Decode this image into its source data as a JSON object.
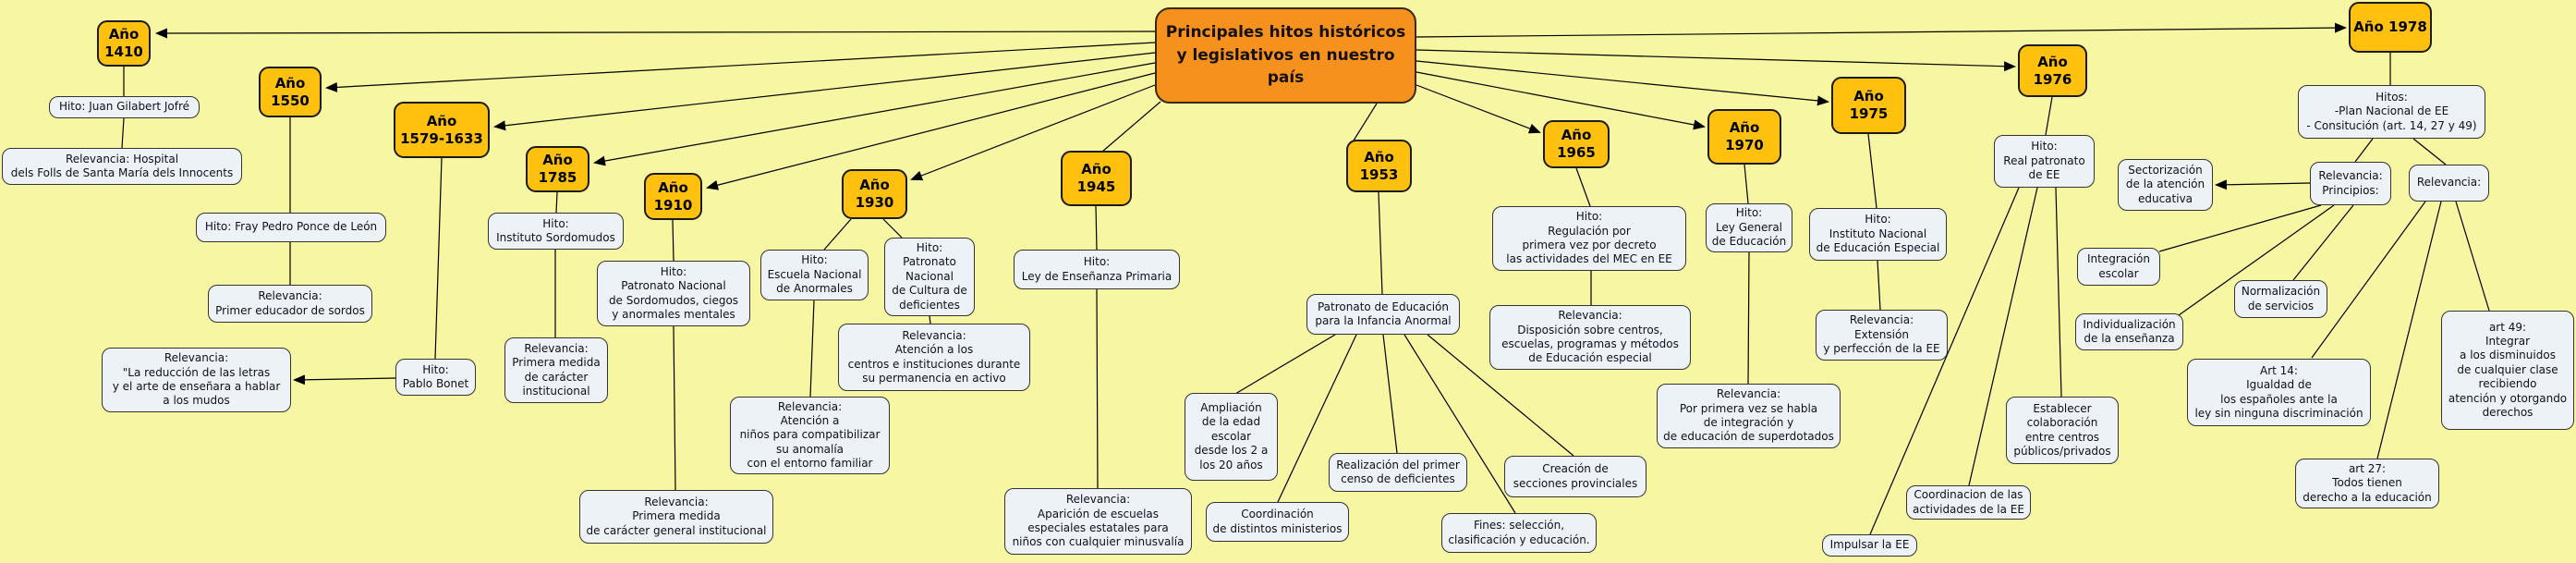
{
  "colors": {
    "background": "#F6F6A3",
    "year_fill": "#FFC10E",
    "title_fill": "#F6911E",
    "box_fill": "#EDF2F7",
    "box_border": "#333333",
    "line": "#000000"
  },
  "nodes": {
    "title": "Principales hitos históricos\ny legislativos en nuestro país",
    "y1410": "Año\n1410",
    "h1410": "Hito: Juan Gilabert Jofré",
    "r1410": "Relevancia: Hospital\ndels Folls de Santa María dels Innocents",
    "y1550": "Año\n1550",
    "h1550": "Hito: Fray Pedro Ponce de León",
    "r1550": "Relevancia:\nPrimer educador de sordos",
    "y1579": "Año\n1579-1633",
    "h1579": "Hito:\nPablo Bonet",
    "r1579": "Relevancia:\n\"La reducción de las letras\ny el arte de enseñara a hablar\na los mudos",
    "y1785": "Año\n1785",
    "h1785": "Hito:\nInstituto Sordomudos",
    "r1785": "Relevancia:\nPrimera medida\nde carácter\ninstitucional",
    "y1910": "Año\n1910",
    "h1910": "Hito:\nPatronato Nacional\nde Sordomudos, ciegos\ny anormales mentales",
    "r1910": "Relevancia:\nPrimera medida\nde carácter general institucional",
    "y1930": "Año\n1930",
    "h1930a": "Hito:\nEscuela Nacional\nde Anormales",
    "r1930a": "Relevancia:\nAtención a\nniños para compatibilizar\nsu anomalía\ncon el entorno familiar",
    "h1930b": "Hito:\nPatronato\nNacional\nde Cultura de\ndeficientes",
    "r1930b": "Relevancia:\nAtención a los\ncentros e instituciones durante\nsu permanencia en activo",
    "y1945": "Año\n1945",
    "h1945": "Hito:\nLey de Enseñanza Primaria",
    "r1945": "Relevancia:\nAparición de escuelas\nespeciales estatales para\nniños con cualquier minusvalía",
    "y1953": "Año\n1953",
    "p1953": "Patronato de Educación\npara la Infancia Anormal",
    "c1953a": "Ampliación\nde la edad\nescolar\ndesde los 2 a\nlos 20 años",
    "c1953b": "Coordinación\nde distintos ministerios",
    "c1953c": "Realización del primer\ncenso de deficientes",
    "c1953d": "Fines: selección,\nclasificación y educación.",
    "c1953e": "Creación de\nsecciones provinciales",
    "y1965": "Año\n1965",
    "h1965": "Hito:\nRegulación por\nprimera vez por decreto\nlas actividades del MEC en EE",
    "r1965": "Relevancia:\nDisposición sobre centros,\nescuelas, programas y métodos\nde Educación especial",
    "y1970": "Año\n1970",
    "h1970": "Hito:\nLey General\nde Educación",
    "r1970": "Relevancia:\nPor primera vez se habla\nde integración y\nde educación de superdotados",
    "y1975": "Año\n1975",
    "h1975": "Hito:\nInstituto Nacional\nde Educación Especial",
    "r1975": "Relevancia:\nExtensión\ny perfección de la EE",
    "y1976": "Año\n1976",
    "h1976": "Hito:\nReal patronato\nde EE",
    "c1976a": "Impulsar la EE",
    "c1976b": "Coordinacion de las\nactividades de la EE",
    "c1976c": "Establecer\ncolaboración\nentre centros\npúblicos/privados",
    "y1978": "Año 1978",
    "h1978": "Hitos:\n-Plan Nacional de EE\n- Consitución (art. 14, 27 y 49)",
    "rp1978": "Relevancia:\nPrincipios:",
    "rr1978": "Relevancia:",
    "sect": "Sectorización\nde la atención\neducativa",
    "integ": "Integración\nescolar",
    "indiv": "Individualización\nde la enseñanza",
    "normal": "Normalización\nde servicios",
    "art14": "Art 14:\nIgualdad de\nlos españoles ante la\nley sin ninguna discriminación",
    "art27": "art 27:\nTodos tienen\nderecho a la educación",
    "art49": "art 49:\nIntegrar\na los disminuidos\nde cualquier clase\nrecibiendo\natención y otorgando\nderechos"
  },
  "edges": [
    {
      "from": "title",
      "to": "y1410",
      "arrow": true
    },
    {
      "from": "title",
      "to": "y1550",
      "arrow": true
    },
    {
      "from": "title",
      "to": "y1579",
      "arrow": true
    },
    {
      "from": "title",
      "to": "y1785",
      "arrow": true
    },
    {
      "from": "title",
      "to": "y1910",
      "arrow": true
    },
    {
      "from": "title",
      "to": "y1930",
      "arrow": true
    },
    {
      "from": "title",
      "to": "y1945",
      "arrow": false
    },
    {
      "from": "title",
      "to": "y1953",
      "arrow": false
    },
    {
      "from": "title",
      "to": "y1965",
      "arrow": true
    },
    {
      "from": "title",
      "to": "y1970",
      "arrow": true
    },
    {
      "from": "title",
      "to": "y1975",
      "arrow": true
    },
    {
      "from": "title",
      "to": "y1976",
      "arrow": true
    },
    {
      "from": "title",
      "to": "y1978",
      "arrow": true
    },
    {
      "from": "y1410",
      "to": "h1410",
      "arrow": false
    },
    {
      "from": "h1410",
      "to": "r1410",
      "arrow": false
    },
    {
      "from": "y1550",
      "to": "h1550",
      "arrow": false
    },
    {
      "from": "h1550",
      "to": "r1550",
      "arrow": false
    },
    {
      "from": "y1579",
      "to": "h1579",
      "arrow": false
    },
    {
      "from": "h1579",
      "to": "r1579",
      "arrow": true
    },
    {
      "from": "y1785",
      "to": "h1785",
      "arrow": false
    },
    {
      "from": "h1785",
      "to": "r1785",
      "arrow": false
    },
    {
      "from": "y1910",
      "to": "h1910",
      "arrow": false
    },
    {
      "from": "h1910",
      "to": "r1910",
      "arrow": false
    },
    {
      "from": "y1930",
      "to": "h1930a",
      "arrow": false
    },
    {
      "from": "y1930",
      "to": "h1930b",
      "arrow": false
    },
    {
      "from": "h1930a",
      "to": "r1930a",
      "arrow": false
    },
    {
      "from": "h1930b",
      "to": "r1930b",
      "arrow": false
    },
    {
      "from": "y1945",
      "to": "h1945",
      "arrow": false
    },
    {
      "from": "h1945",
      "to": "r1945",
      "arrow": false
    },
    {
      "from": "y1953",
      "to": "p1953",
      "arrow": false
    },
    {
      "from": "p1953",
      "to": "c1953a",
      "arrow": false
    },
    {
      "from": "p1953",
      "to": "c1953b",
      "arrow": false
    },
    {
      "from": "p1953",
      "to": "c1953c",
      "arrow": false
    },
    {
      "from": "p1953",
      "to": "c1953d",
      "arrow": false
    },
    {
      "from": "p1953",
      "to": "c1953e",
      "arrow": false
    },
    {
      "from": "y1965",
      "to": "h1965",
      "arrow": false
    },
    {
      "from": "h1965",
      "to": "r1965",
      "arrow": false
    },
    {
      "from": "y1970",
      "to": "h1970",
      "arrow": false
    },
    {
      "from": "h1970",
      "to": "r1970",
      "arrow": false
    },
    {
      "from": "y1975",
      "to": "h1975",
      "arrow": false
    },
    {
      "from": "h1975",
      "to": "r1975",
      "arrow": false
    },
    {
      "from": "y1976",
      "to": "h1976",
      "arrow": false
    },
    {
      "from": "h1976",
      "to": "c1976a",
      "arrow": false
    },
    {
      "from": "h1976",
      "to": "c1976b",
      "arrow": false
    },
    {
      "from": "h1976",
      "to": "c1976c",
      "arrow": false
    },
    {
      "from": "y1978",
      "to": "h1978",
      "arrow": false
    },
    {
      "from": "h1978",
      "to": "rp1978",
      "arrow": false
    },
    {
      "from": "h1978",
      "to": "rr1978",
      "arrow": false
    },
    {
      "from": "rp1978",
      "to": "sect",
      "arrow": true
    },
    {
      "from": "rp1978",
      "to": "integ",
      "arrow": false
    },
    {
      "from": "rp1978",
      "to": "indiv",
      "arrow": false
    },
    {
      "from": "rp1978",
      "to": "normal",
      "arrow": false
    },
    {
      "from": "rr1978",
      "to": "art14",
      "arrow": false
    },
    {
      "from": "rr1978",
      "to": "art27",
      "arrow": false
    },
    {
      "from": "rr1978",
      "to": "art49",
      "arrow": false
    }
  ]
}
